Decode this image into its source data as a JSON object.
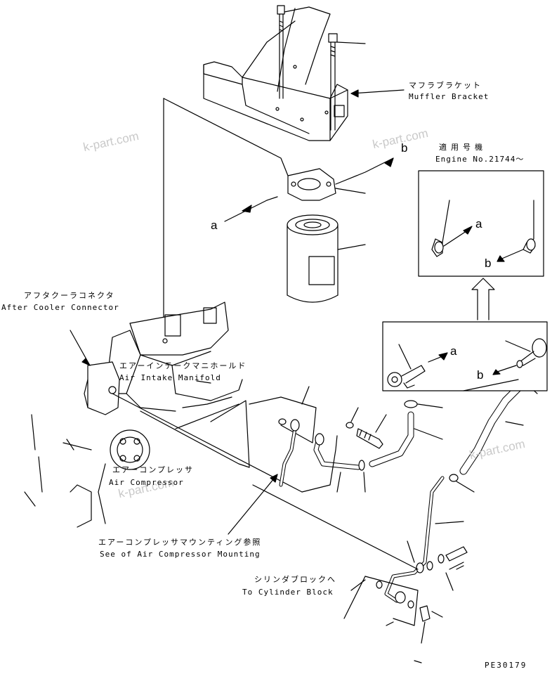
{
  "labels": {
    "muffler_bracket_jp": "マフラブラケット",
    "muffler_bracket_en": "Muffler Bracket",
    "applicable_jp": "適用号機",
    "applicable_en": "Engine No.21744～",
    "aftercooler_jp": "アフタクーラコネクタ",
    "aftercooler_en": "After Cooler Connector",
    "intake_jp": "エアーインテークマニホールド",
    "intake_en": "Air Intake Manifold",
    "compressor_jp": "エアーコンプレッサ",
    "compressor_en": "Air Compressor",
    "mounting_jp": "エアーコンプレッサマウンティング参照",
    "mounting_en": "See of Air Compressor Mounting",
    "cylinder_jp": "シリンダブロックへ",
    "cylinder_en": "To Cylinder Block"
  },
  "refs": {
    "a_main": "a",
    "b_main": "b",
    "a_box1": "a",
    "b_box1": "b",
    "a_box2": "a",
    "b_box2": "b"
  },
  "watermark": "k-part.com",
  "drawing_code": "PE30179"
}
